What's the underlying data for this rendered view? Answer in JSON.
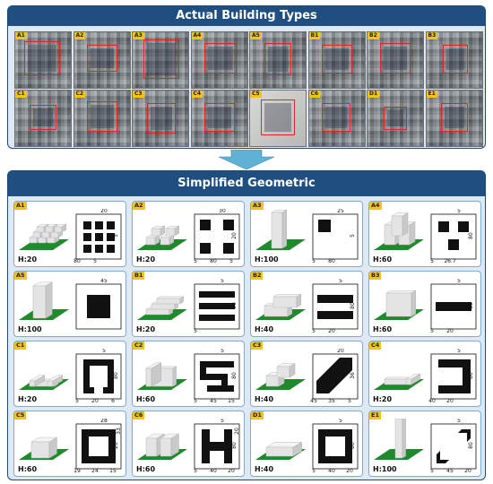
{
  "top_panel": {
    "title": "Actual Building Types",
    "photos": [
      {
        "label": "A1"
      },
      {
        "label": "A2"
      },
      {
        "label": "A3"
      },
      {
        "label": "A4"
      },
      {
        "label": "A5"
      },
      {
        "label": "B1"
      },
      {
        "label": "B2"
      },
      {
        "label": "B3"
      },
      {
        "label": "C1"
      },
      {
        "label": "C2"
      },
      {
        "label": "C3"
      },
      {
        "label": "C4"
      },
      {
        "label": "C5"
      },
      {
        "label": "C6"
      },
      {
        "label": "D1"
      },
      {
        "label": "E1"
      }
    ]
  },
  "bottom_panel": {
    "title": "Simplified Geometric",
    "cards": [
      {
        "label": "A1",
        "height": "H:20",
        "dims": [
          "20",
          "5",
          "80",
          "5"
        ]
      },
      {
        "label": "A2",
        "height": "H:20",
        "dims": [
          "30",
          "20",
          "5",
          "80",
          "5"
        ]
      },
      {
        "label": "A3",
        "height": "H:100",
        "dims": [
          "25",
          "5",
          "5",
          "80"
        ]
      },
      {
        "label": "A4",
        "height": "H:60",
        "dims": [
          "5",
          "80",
          "5",
          "26.7"
        ]
      },
      {
        "label": "A5",
        "height": "H:100",
        "dims": [
          "45"
        ]
      },
      {
        "label": "B1",
        "height": "H:20",
        "dims": [
          "5",
          "80",
          "5"
        ]
      },
      {
        "label": "B2",
        "height": "H:40",
        "dims": [
          "5",
          "80",
          "5",
          "20"
        ]
      },
      {
        "label": "B3",
        "height": "H:60",
        "dims": [
          "5",
          "80",
          "5",
          "20"
        ]
      },
      {
        "label": "C1",
        "height": "H:20",
        "dims": [
          "5",
          "80",
          "5",
          "20",
          "6"
        ]
      },
      {
        "label": "C2",
        "height": "H:60",
        "dims": [
          "5",
          "80",
          "5",
          "45",
          "15"
        ]
      },
      {
        "label": "C3",
        "height": "H:40",
        "dims": [
          "20",
          "36",
          "45",
          "35",
          "5"
        ]
      },
      {
        "label": "C4",
        "height": "H:20",
        "dims": [
          "5",
          "80",
          "40",
          "20"
        ]
      },
      {
        "label": "C5",
        "height": "H:60",
        "dims": [
          "28",
          "20",
          "19",
          "24",
          "15",
          "33"
        ]
      },
      {
        "label": "C6",
        "height": "H:60",
        "dims": [
          "5",
          "80",
          "5",
          "40",
          "20",
          "20"
        ]
      },
      {
        "label": "D1",
        "height": "H:40",
        "dims": [
          "5",
          "80",
          "5",
          "40",
          "20"
        ]
      },
      {
        "label": "E1",
        "height": "H:100",
        "dims": [
          "5",
          "80",
          "5",
          "45",
          "20"
        ]
      }
    ]
  },
  "colors": {
    "banner": "#1e4f80",
    "panel_bg": "#dfe9f4",
    "card_border": "#86a9cc",
    "highlight": "#e0262b",
    "tag": "#f2c417",
    "ground": "#1f8a2c",
    "arrow": "#5fb2d4"
  }
}
